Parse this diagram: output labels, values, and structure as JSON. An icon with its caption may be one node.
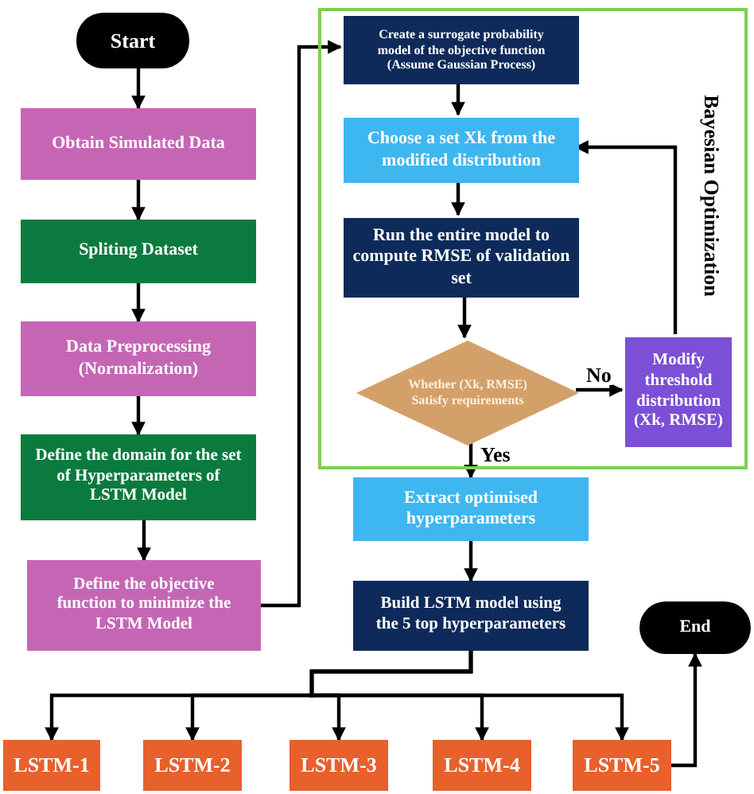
{
  "diagram": {
    "nodes": [
      {
        "text": [
          "Start"
        ]
      },
      {
        "text": [
          "Obtain Simulated Data"
        ]
      },
      {
        "text": [
          "Spliting Dataset"
        ]
      },
      {
        "text": [
          "Data Preprocessing (Normalization)"
        ]
      },
      {
        "text": [
          "Define the domain for the set of Hyperparameters of LSTM Model"
        ]
      },
      {
        "text": [
          "Define the objective function to minimize the LSTM Model"
        ]
      },
      {
        "text": [
          "Bayesian Optimization"
        ]
      },
      {
        "text": [
          "Create a surrogate probability model of the objective function (Assume Gaussian Process)"
        ],
        "in": 6
      },
      {
        "text": [
          "Choose a set Xk from the modified distribution"
        ],
        "in": 6
      },
      {
        "text": [
          "Run the entire model to compute RMSE of validation set"
        ],
        "in": 6
      },
      {
        "text": [
          "Whether (Xk, RMSE) Satisfy requirements"
        ],
        "in": 6
      },
      {
        "text": [
          "Modify threshold distribution (Xk, RMSE)"
        ],
        "in": 6
      },
      {
        "text": [
          "Extract optimised hyperparameters"
        ]
      },
      {
        "text": [
          "Build LSTM model using the 5 top hyperparameters"
        ]
      },
      {
        "text": [
          "End"
        ]
      },
      {
        "text": [
          "LSTM-1"
        ]
      },
      {
        "text": [
          "LSTM-2"
        ]
      },
      {
        "text": [
          "LSTM-3"
        ]
      },
      {
        "text": [
          "LSTM-4"
        ]
      },
      {
        "text": [
          "LSTM-5"
        ]
      }
    ],
    "edges": [
      {
        "from": 0,
        "to": 1,
        "arrow": "to"
      },
      {
        "from": 1,
        "to": 2,
        "arrow": "to"
      },
      {
        "from": 2,
        "to": 3,
        "arrow": "to"
      },
      {
        "from": 3,
        "to": 4,
        "arrow": "to"
      },
      {
        "from": 4,
        "to": 5,
        "arrow": "to"
      },
      {
        "from": 5,
        "to": 7,
        "arrow": "to"
      },
      {
        "from": 7,
        "to": 8,
        "arrow": "to"
      },
      {
        "from": 8,
        "to": 9,
        "arrow": "to"
      },
      {
        "from": 9,
        "to": 10,
        "arrow": "to"
      },
      {
        "from": 10,
        "to": 11,
        "arrow": "to",
        "label": "No"
      },
      {
        "from": 11,
        "to": 8,
        "arrow": "to"
      },
      {
        "from": 10,
        "to": 12,
        "arrow": "to",
        "label": "Yes"
      },
      {
        "from": 12,
        "to": 13,
        "arrow": "to"
      },
      {
        "from": 13,
        "to": 15,
        "arrow": "to"
      },
      {
        "from": 13,
        "to": 16,
        "arrow": "to"
      },
      {
        "from": 13,
        "to": 17,
        "arrow": "to"
      },
      {
        "from": 13,
        "to": 18,
        "arrow": "to"
      },
      {
        "from": 13,
        "to": 19,
        "arrow": "to"
      },
      {
        "from": 19,
        "to": 14,
        "arrow": "to"
      }
    ]
  }
}
